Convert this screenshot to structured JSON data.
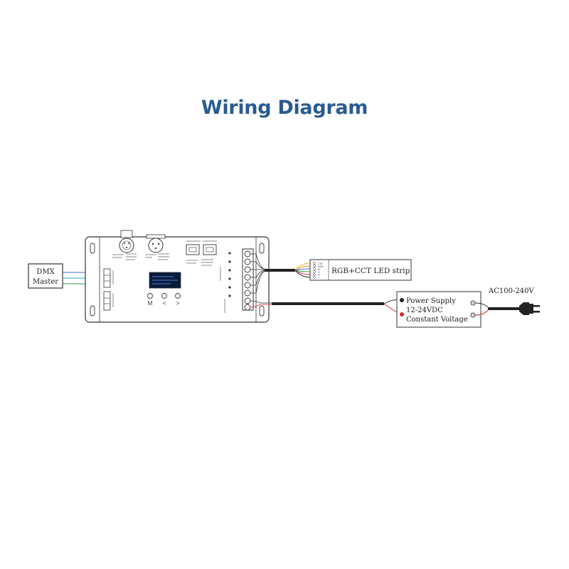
{
  "title": "Wiring Diagram",
  "dmx_master": {
    "line1": "DMX",
    "line2": "Master"
  },
  "controller": {
    "buttons": [
      "M",
      "<",
      ">"
    ]
  },
  "led_strip": {
    "label": "RGB+CCT LED strip",
    "pins": [
      "CW",
      "WW",
      "B",
      "G",
      "R",
      "+"
    ]
  },
  "power_supply": {
    "line1": "Power Supply",
    "line2": "12-24VDC",
    "line3": "Constant Voltage"
  },
  "mains_label": "AC100-240V",
  "colors": {
    "title": "#2a5b8f",
    "line": "#333333",
    "cable": "#222222",
    "wire_red": "#d9262c",
    "wire_blue": "#3b6fd1",
    "wire_green": "#2e9b4a",
    "wire_cyan": "#27a9d6",
    "wire_yellow": "#e0c020",
    "wire_orange": "#e88a1a"
  }
}
